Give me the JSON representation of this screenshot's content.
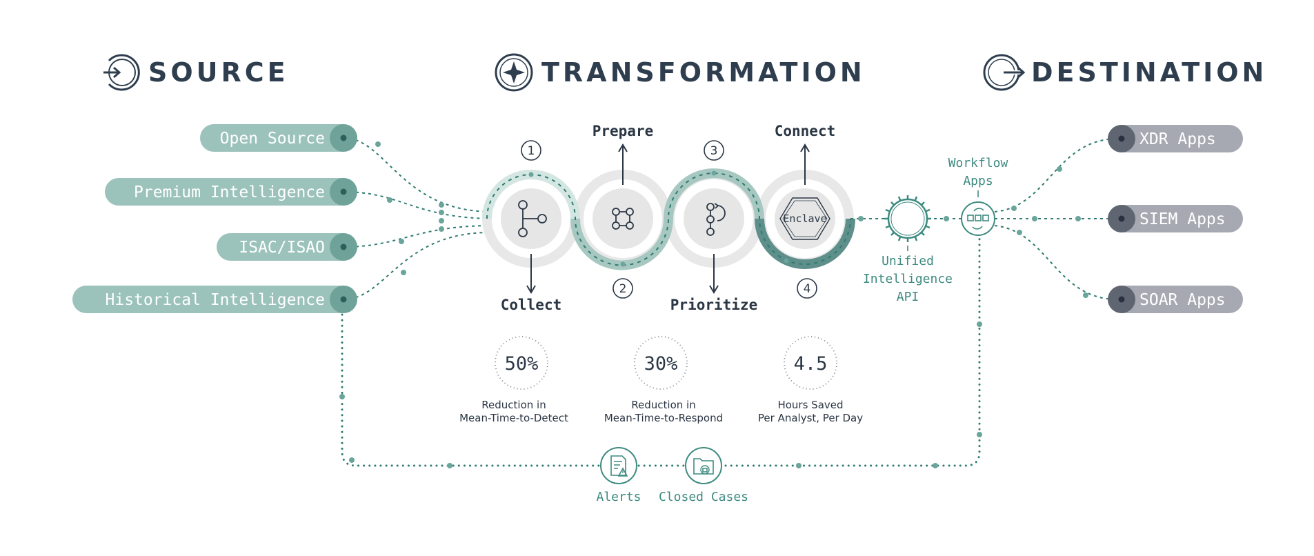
{
  "headers": {
    "source": "SOURCE",
    "transformation": "TRANSFORMATION",
    "destination": "DESTINATION"
  },
  "sources": [
    "Open Source",
    "Premium Intelligence",
    "ISAC/ISAO",
    "Historical Intelligence"
  ],
  "stages": {
    "collect": {
      "number": "1",
      "label": "Collect"
    },
    "prepare": {
      "number": "2",
      "label": "Prepare"
    },
    "prioritize": {
      "number": "3",
      "label": "Prioritize"
    },
    "connect": {
      "number": "4",
      "label": "Connect"
    },
    "enclave_label": "Enclave"
  },
  "api": {
    "line1": "Unified",
    "line2": "Intelligence",
    "line3": "API"
  },
  "workflow": {
    "line1": "Workflow",
    "line2": "Apps"
  },
  "destinations": [
    "XDR Apps",
    "SIEM Apps",
    "SOAR Apps"
  ],
  "stats": [
    {
      "value": "50%",
      "caption_line1": "Reduction in",
      "caption_line2": "Mean-Time-to-Detect"
    },
    {
      "value": "30%",
      "caption_line1": "Reduction in",
      "caption_line2": "Mean-Time-to-Respond"
    },
    {
      "value": "4.5",
      "caption_line1": "Hours Saved",
      "caption_line2": "Per Analyst, Per Day"
    }
  ],
  "feedback": {
    "alerts": "Alerts",
    "closed_cases": "Closed Cases"
  },
  "colors": {
    "source_pill": "#9cc2bc",
    "source_cap": "#6fa39a",
    "dest_pill": "#a6a9b1",
    "dest_cap": "#5f6672",
    "teal": "#2f7b70",
    "dark": "#2a3644",
    "ring": "#e8e8e8"
  }
}
